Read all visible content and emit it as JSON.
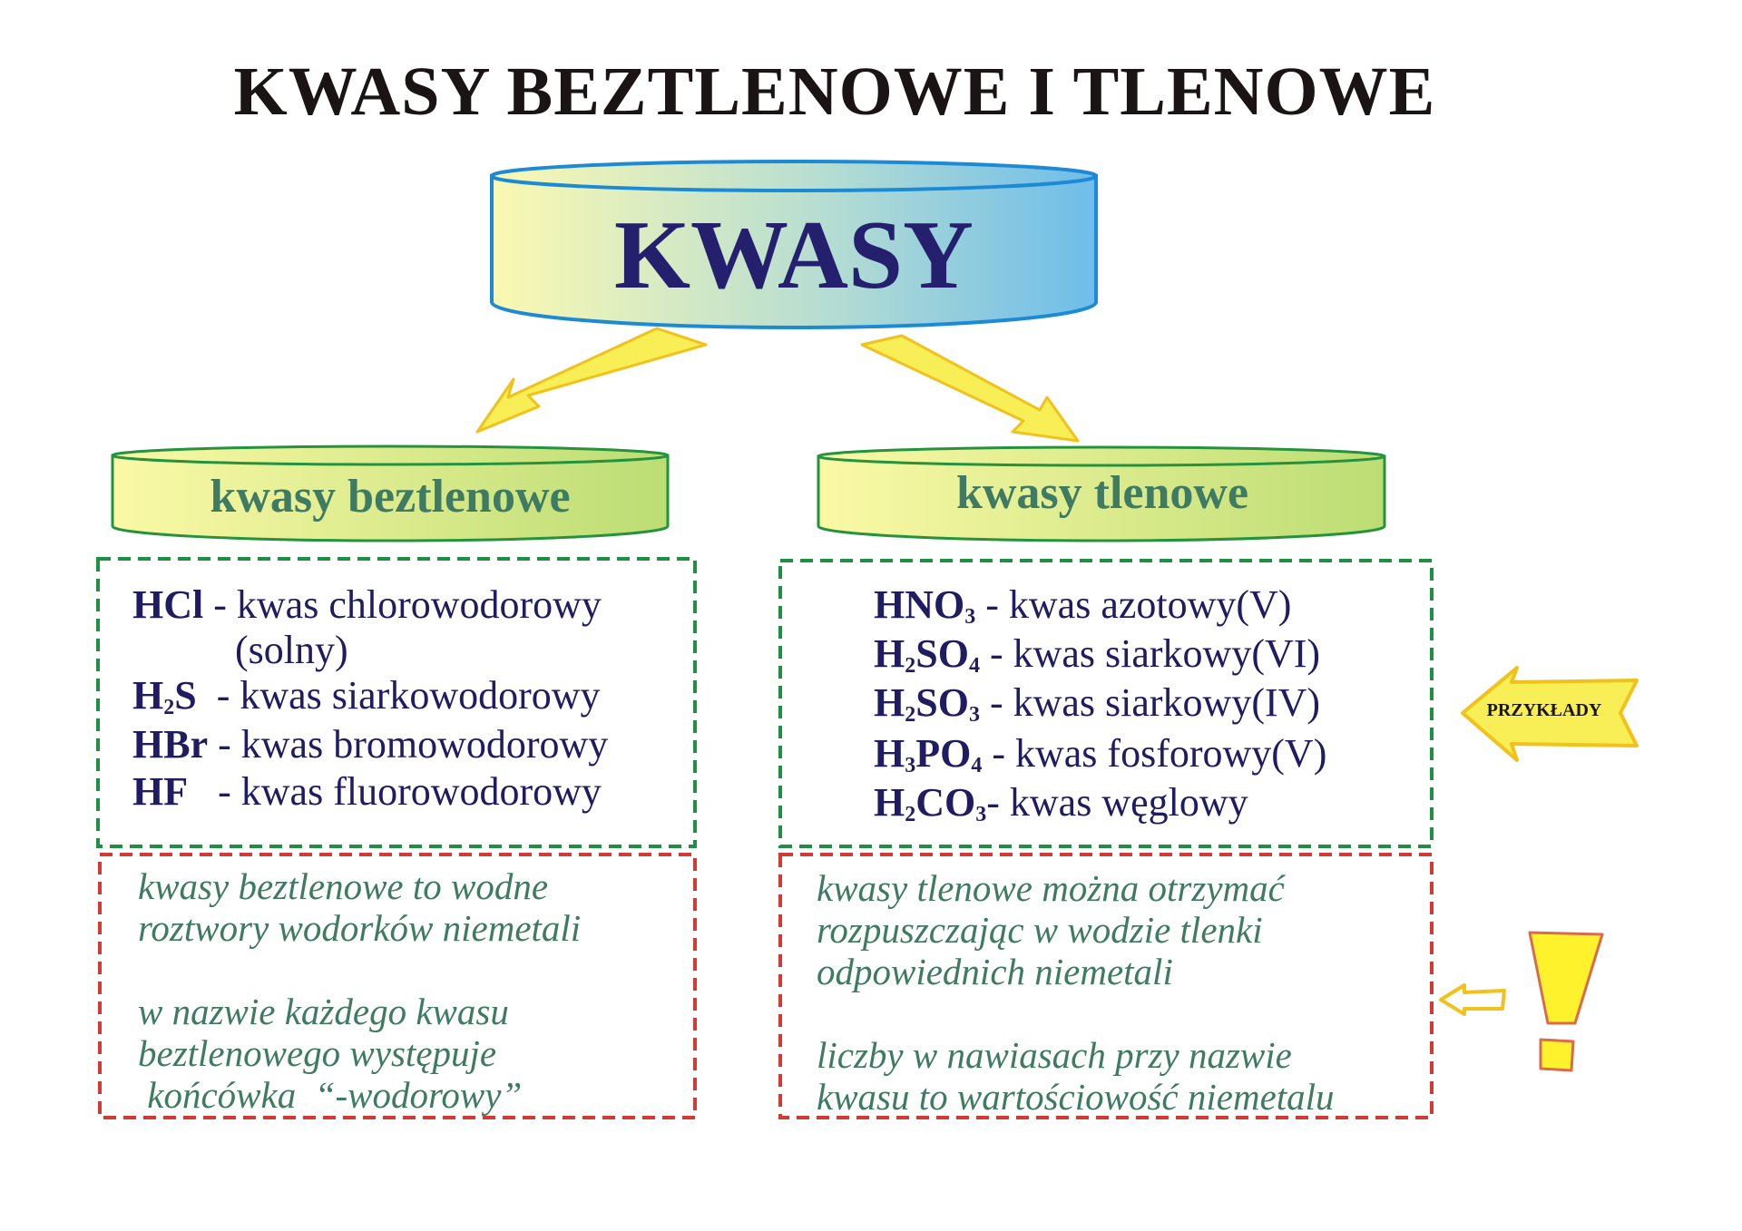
{
  "title": "KWASY BEZTLENOWE I TLENOWE",
  "main_label": "KWASY",
  "categories": {
    "oxygen_free": "kwasy beztlenowe",
    "oxygen": "kwasy tlenowe"
  },
  "oxygen_free_acids": [
    {
      "formula_parts": [
        {
          "t": "HCl"
        }
      ],
      "name": " - kwas chlorowodorowy"
    },
    {
      "formula_parts": [],
      "name": "(solny)"
    },
    {
      "formula_parts": [
        {
          "t": "H"
        },
        {
          "t": "2",
          "sub": true
        },
        {
          "t": "S"
        }
      ],
      "name": "  - kwas siarkowodorowy"
    },
    {
      "formula_parts": [
        {
          "t": "HBr"
        }
      ],
      "name": " - kwas bromowodorowy"
    },
    {
      "formula_parts": [
        {
          "t": "HF"
        }
      ],
      "name": "   - kwas fluorowodorowy"
    }
  ],
  "oxygen_acids": [
    {
      "formula_parts": [
        {
          "t": "HNO"
        },
        {
          "t": "3",
          "sub": true
        }
      ],
      "name": " - kwas azotowy(V)"
    },
    {
      "formula_parts": [
        {
          "t": "H"
        },
        {
          "t": "2",
          "sub": true
        },
        {
          "t": "SO"
        },
        {
          "t": "4",
          "sub": true
        }
      ],
      "name": " - kwas siarkowy(VI)"
    },
    {
      "formula_parts": [
        {
          "t": "H"
        },
        {
          "t": "2",
          "sub": true
        },
        {
          "t": "SO"
        },
        {
          "t": "3",
          "sub": true
        }
      ],
      "name": " - kwas siarkowy(IV)"
    },
    {
      "formula_parts": [
        {
          "t": "H"
        },
        {
          "t": "3",
          "sub": true
        },
        {
          "t": "PO"
        },
        {
          "t": "4",
          "sub": true
        }
      ],
      "name": " - kwas fosforowy(V)"
    },
    {
      "formula_parts": [
        {
          "t": "H"
        },
        {
          "t": "2",
          "sub": true
        },
        {
          "t": "CO"
        },
        {
          "t": "3",
          "sub": true
        }
      ],
      "name": "- kwas węglowy"
    }
  ],
  "notes": {
    "oxygen_free": [
      "kwasy beztlenowe to wodne",
      "roztwory wodorków niemetali",
      "",
      "w nazwie każdego kwasu",
      "beztlenowego występuje",
      " końcówka  “-wodorowy”"
    ],
    "oxygen": [
      "kwasy tlenowe można otrzymać",
      "rozpuszczając w wodzie tlenki",
      "odpowiednich niemetali",
      "",
      "liczby w nawiasach przy nazwie",
      "kwasu to wartościowość niemetalu"
    ]
  },
  "examples_label": "PRZYKŁADY",
  "colors": {
    "title": "#1a1514",
    "main_label": "#24206e",
    "category_label": "#3f7a62",
    "acid_text": "#1f1c62",
    "note_text": "#3f7a62",
    "green_border": "#1f8f43",
    "red_border": "#d23a33",
    "arrow_fill": "#f8ee55",
    "arrow_stroke": "#f2c21c"
  }
}
